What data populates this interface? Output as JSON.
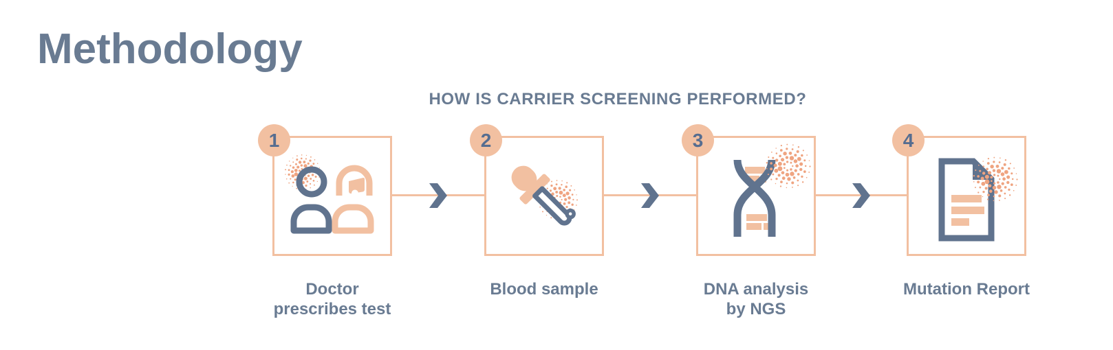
{
  "page": {
    "title": "Methodology",
    "subtitle": "HOW IS CARRIER SCREENING PERFORMED?"
  },
  "colors": {
    "title_blue": "#697b92",
    "icon_blue": "#60738e",
    "peach": "#f2c0a1",
    "dot_peach": "#efa481",
    "badge_number_blue": "#566d90",
    "background": "#ffffff"
  },
  "steps": [
    {
      "number": "1",
      "label_line1": "Doctor",
      "label_line2": "prescribes test",
      "icon": "doctor-patient-icon"
    },
    {
      "number": "2",
      "label_line1": "Blood sample",
      "label_line2": "",
      "icon": "blood-dropper-icon"
    },
    {
      "number": "3",
      "label_line1": "DNA analysis",
      "label_line2": "by NGS",
      "icon": "dna-helix-icon"
    },
    {
      "number": "4",
      "label_line1": "Mutation Report",
      "label_line2": "",
      "icon": "mutation-report-icon"
    }
  ],
  "connectors": {
    "arrow_icon": "chevron-right-icon"
  }
}
